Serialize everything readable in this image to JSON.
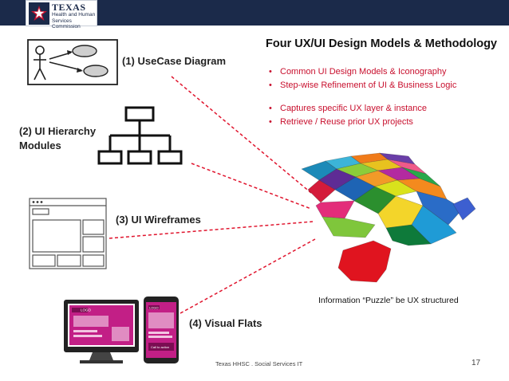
{
  "header": {
    "logo_line1": "TEXAS",
    "logo_line2": "Health and Human",
    "logo_line3": "Services Commission"
  },
  "title": "Four UX/UI Design Models & Methodology",
  "bullets": [
    "Common UI Design Models & Iconography",
    "Step-wise Refinement of UI & Business Logic",
    "Captures specific UX layer & instance",
    "Retrieve / Reuse prior UX projects"
  ],
  "labels": {
    "usecase": "(1) UseCase Diagram",
    "hierarchy_line1": "(2) UI Hierarchy",
    "hierarchy_line2": "Modules",
    "wireframes": "(3) UI Wireframes",
    "visual_flats": "(4) Visual Flats"
  },
  "caption": "Information “Puzzle” be UX structured",
  "footer": "Texas HHSC . Social Services IT",
  "page_number": "17",
  "mockup_text": {
    "logo": "LOGO",
    "cta": "Call to action"
  },
  "colors": {
    "header_bar": "#1b2a4a",
    "bullet_red": "#c8102e",
    "dashed_line": "#e0142d",
    "mockup_magenta": "#b5177e"
  }
}
